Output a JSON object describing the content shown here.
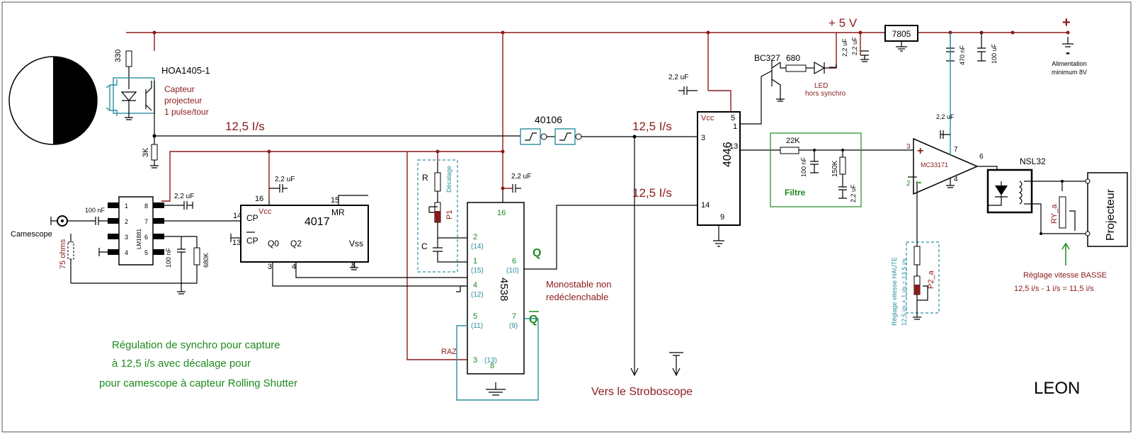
{
  "title_lines": [
    "Régulation de synchro pour capture",
    "à 12,5 i/s avec décalage pour",
    "pour camescope à capteur Rolling Shutter"
  ],
  "author": "LEON",
  "supply": {
    "label": "+ 5 V",
    "regulator": "7805",
    "plus": "+",
    "minus": "-",
    "note_line1": "Alimentation",
    "note_line2": "minimum 8V",
    "cap_in": "2,2 uF",
    "cap_470": "470 nF",
    "cap_100u": "100 uF"
  },
  "sensor": {
    "resistor": "330",
    "part": "HOA1405-1",
    "desc_line1": "Capteur",
    "desc_line2": "projecteur",
    "desc_line3": "1 pulse/tour",
    "pulldown": "3K"
  },
  "rate_top": "12,5 I/s",
  "rate_mid": "12,5 I/s",
  "rate_low": "12,5 I/s",
  "inverter": {
    "part": "40106"
  },
  "lm1881": {
    "part": "LM1881",
    "pins_left": [
      "1",
      "2",
      "3",
      "4"
    ],
    "pins_right": [
      "8",
      "7",
      "6",
      "5"
    ],
    "cap_in": "100 nF",
    "cap_out": "100 nF",
    "res": "680K",
    "cap_vcc": "2,2 uF"
  },
  "camcorder": {
    "label": "Camescope",
    "term": "75 ohms"
  },
  "c4017": {
    "part": "4017",
    "vcc": "Vcc",
    "cp": "CP",
    "cpb": "CP",
    "mr": "MR",
    "q0": "Q0",
    "q2": "Q2",
    "vss": "Vss",
    "pin16": "16",
    "pin14": "14",
    "pin13": "13",
    "pin15": "15",
    "pin3": "3",
    "pin4": "4",
    "pin8": "8",
    "cap": "2,2 uF"
  },
  "c4538": {
    "part": "4538",
    "pin16": "16",
    "pin8": "8",
    "p2": "2",
    "p2b": "(14)",
    "p1": "1",
    "p1b": "(15)",
    "p4": "4",
    "p4b": "(12)",
    "p5": "5",
    "p5b": "(11)",
    "p3": "3",
    "p3b": "(13)",
    "p6": "6",
    "p6b": "(10)",
    "p7": "7",
    "p7b": "(9)",
    "q": "Q",
    "qbar": "Q",
    "desc_line1": "Monostable non",
    "desc_line2": "redéclenchable",
    "raz": "RAZ",
    "cap": "2,2 uF"
  },
  "delay": {
    "r": "R",
    "c": "C",
    "p1": "P1",
    "label": "Décalage"
  },
  "c4046": {
    "part": "4046",
    "vcc": "Vcc",
    "pin5": "5",
    "pin1": "1",
    "pin3": "3",
    "pin13": "13",
    "pin14": "14",
    "pin9": "9",
    "cap": "2,2 uF"
  },
  "led": {
    "transistor": "BC327",
    "res": "680",
    "label_line1": "LED",
    "label_line2": "hors synchro",
    "cap": "2,2 uF"
  },
  "filter": {
    "label": "Filtre",
    "r": "22K",
    "c1": "100 nF",
    "r2": "150K",
    "c2": "2,2 uF"
  },
  "opamp": {
    "part": "MC33171",
    "plus": "+",
    "minus": "-",
    "pin3": "3",
    "pin2": "2",
    "pin7": "7",
    "pin4": "4",
    "pin6": "6",
    "cap": "2,2 uF"
  },
  "relay": {
    "part": "NSL32",
    "pot": "RY_a"
  },
  "projector": {
    "label": "Projecteur"
  },
  "speed_high": {
    "line1": "Réglage vitesse HAUTE",
    "line2": "12,5 i/s + 1 i/s = 13,5 i/s",
    "pot": "P2_a"
  },
  "speed_low": {
    "line1": "Réglage vitesse BASSE",
    "line2": "12,5 i/s - 1 i/s = 11,5 i/s"
  },
  "strobe": {
    "label": "Vers le Stroboscope"
  }
}
